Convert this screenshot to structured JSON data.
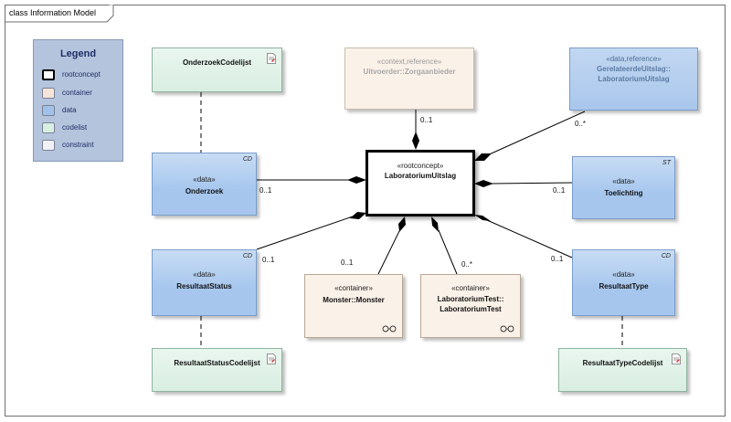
{
  "frame": {
    "title": "class Information Model"
  },
  "legend": {
    "title": "Legend",
    "items": [
      {
        "label": "rootconcept",
        "color": "#ffffff",
        "border": "#000000"
      },
      {
        "label": "container",
        "color": "#f6e4d8",
        "border": "#7c8296"
      },
      {
        "label": "data",
        "color": "#9fc1ea",
        "border": "#7c8296"
      },
      {
        "label": "codelist",
        "color": "#d6efe0",
        "border": "#7c8296"
      },
      {
        "label": "constraint",
        "color": "#f2f2f6",
        "border": "#7c8296"
      }
    ]
  },
  "classes": {
    "root": {
      "stereotype": "«rootconcept»",
      "name": "LaboratoriumUitslag"
    },
    "uitvoerder": {
      "stereotype": "«context,reference»",
      "name": "Uitvoerder::Zorgaanbieder"
    },
    "gerelateerd": {
      "stereotype": "«data,reference»",
      "name_line1": "GerelateerdeUitslag::",
      "name_line2": "LaboratoriumUitslag"
    },
    "onderzoek_codelijst": {
      "name": "OnderzoekCodelijst"
    },
    "onderzoek": {
      "stereotype": "«data»",
      "name": "Onderzoek",
      "corner": "CD"
    },
    "toelichting": {
      "stereotype": "«data»",
      "name": "Toelichting",
      "corner": "ST"
    },
    "resultaat_status": {
      "stereotype": "«data»",
      "name": "ResultaatStatus",
      "corner": "CD"
    },
    "monster": {
      "stereotype": "«container»",
      "name": "Monster::Monster"
    },
    "laboratorium_test": {
      "stereotype": "«container»",
      "name_line1": "LaboratoriumTest::",
      "name_line2": "LaboratoriumTest"
    },
    "resultaat_type": {
      "stereotype": "«data»",
      "name": "ResultaatType",
      "corner": "CD"
    },
    "resultaat_status_codelijst": {
      "name": "ResultaatStatusCodelijst"
    },
    "resultaat_type_codelijst": {
      "name": "ResultaatTypeCodelijst"
    }
  },
  "multiplicities": {
    "uitvoerder": "0..1",
    "gerelateerd": "0..*",
    "onderzoek": "0..1",
    "toelichting": "0..1",
    "resultaat_status": "0..1",
    "monster": "0..1",
    "laboratorium_test": "0..*",
    "resultaat_type": "0..1"
  }
}
